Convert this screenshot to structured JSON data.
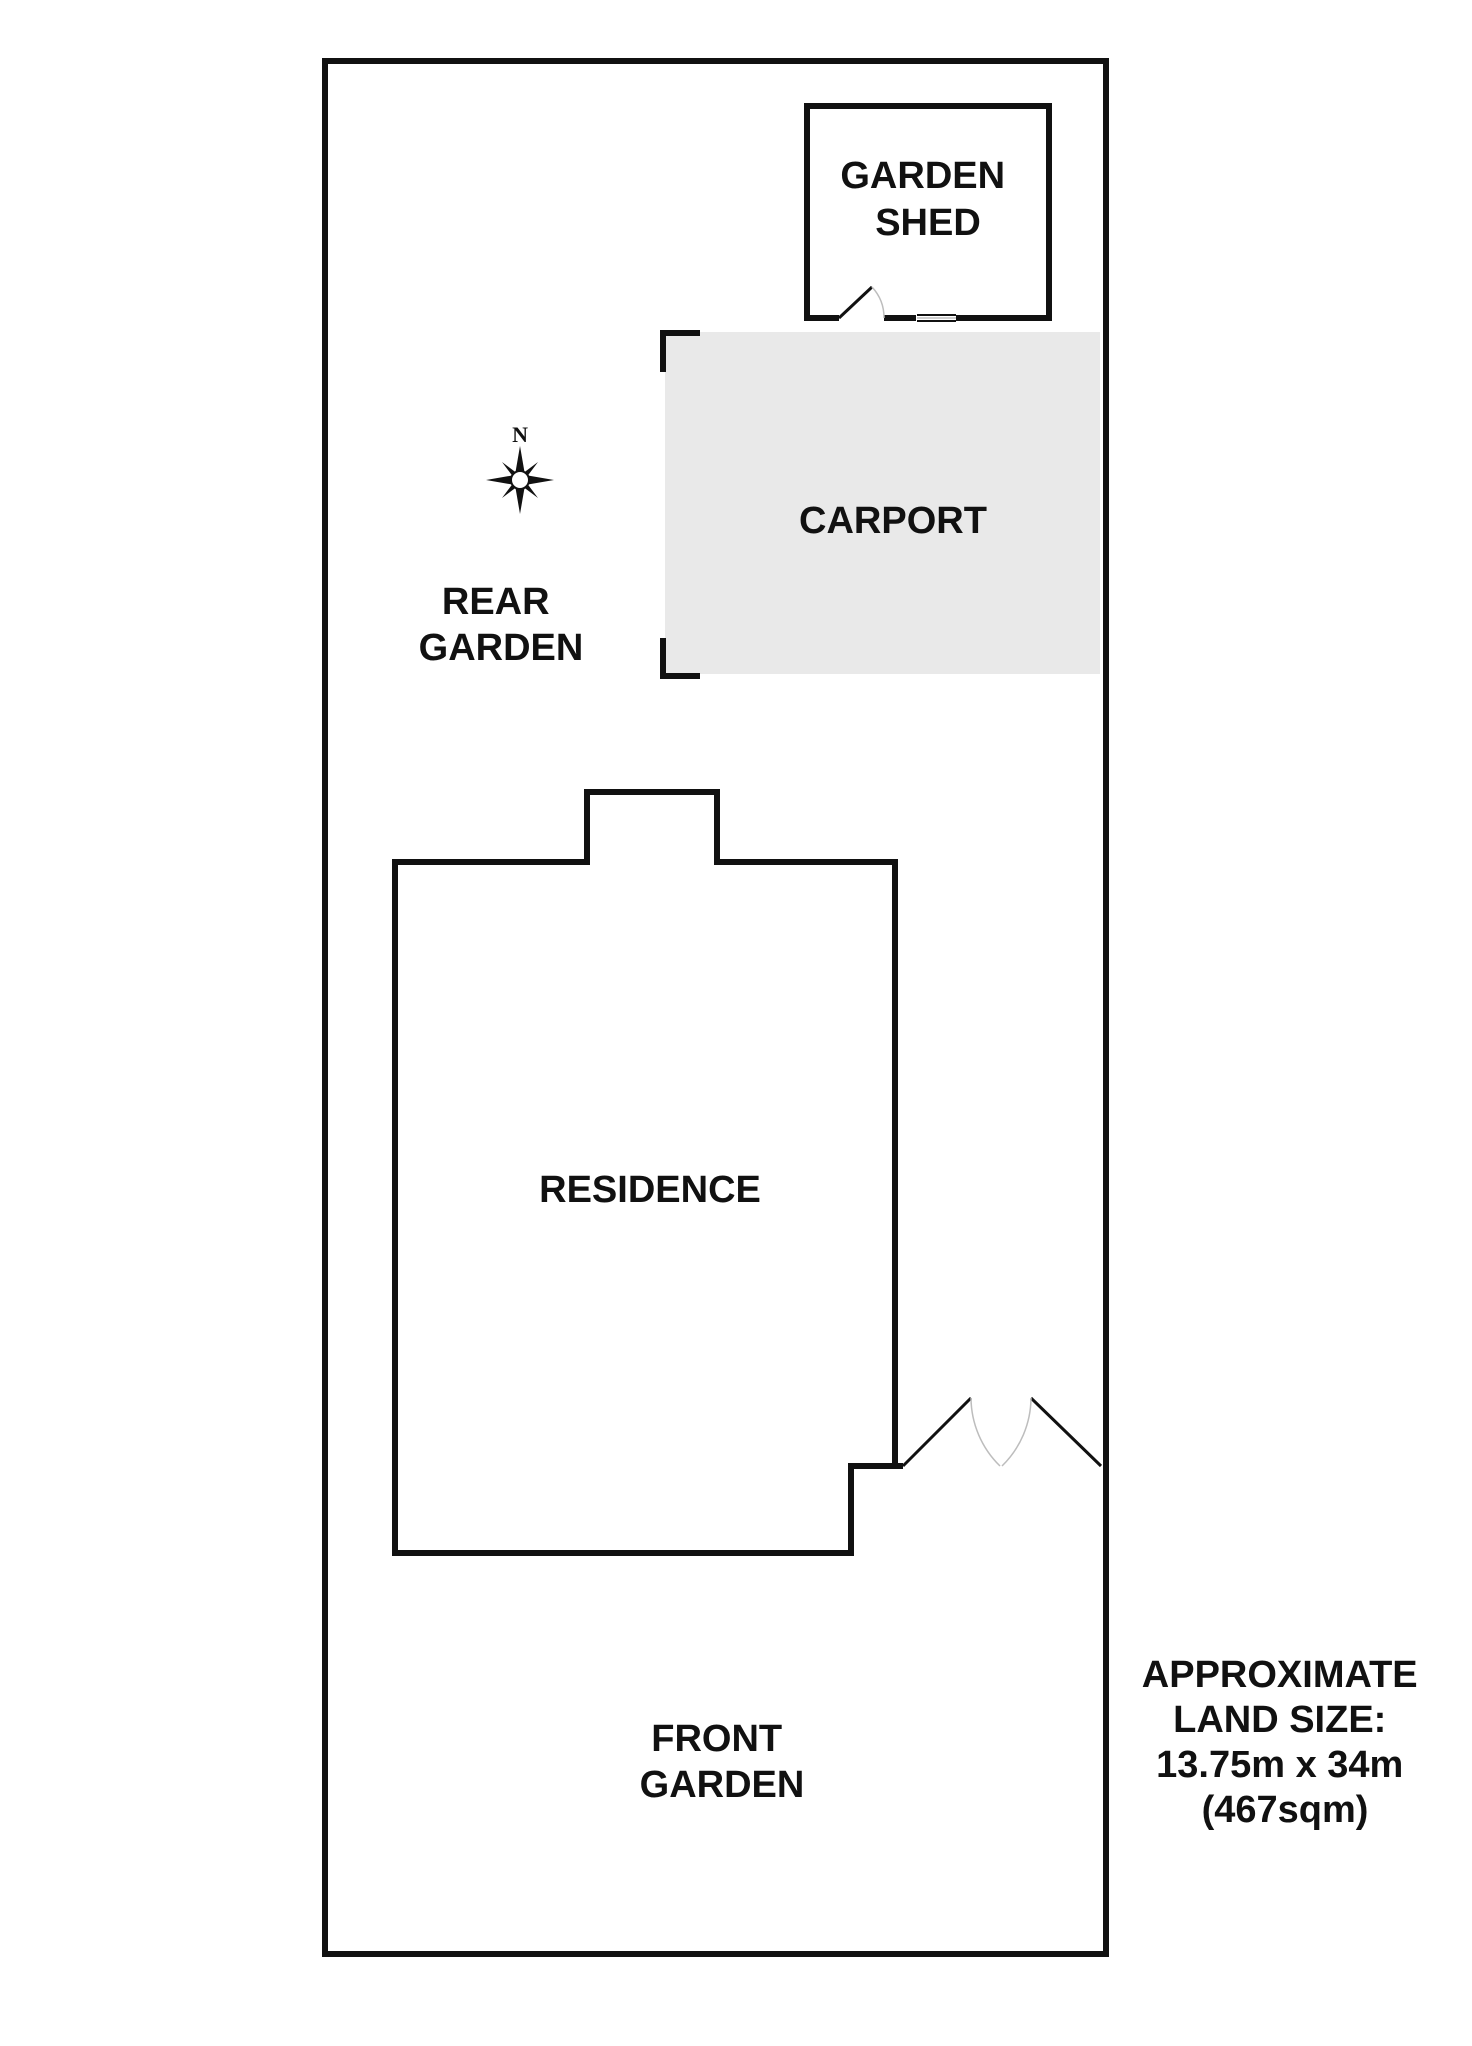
{
  "rooms": {
    "garden_shed": [
      "GARDEN",
      "SHED"
    ],
    "carport": "CARPORT",
    "rear_garden": [
      "REAR",
      "GARDEN"
    ],
    "residence": "RESIDENCE",
    "front_garden": [
      "FRONT",
      "GARDEN"
    ]
  },
  "compass": {
    "north_label": "N",
    "icon": "compass-rose-icon"
  },
  "land_size": {
    "lines": [
      "APPROXIMATE",
      "LAND SIZE:",
      "13.75m x 34m",
      "(467sqm)"
    ]
  },
  "colors": {
    "wall": "#111111",
    "carport_fill": "#e9e9e9",
    "background": "#ffffff"
  }
}
